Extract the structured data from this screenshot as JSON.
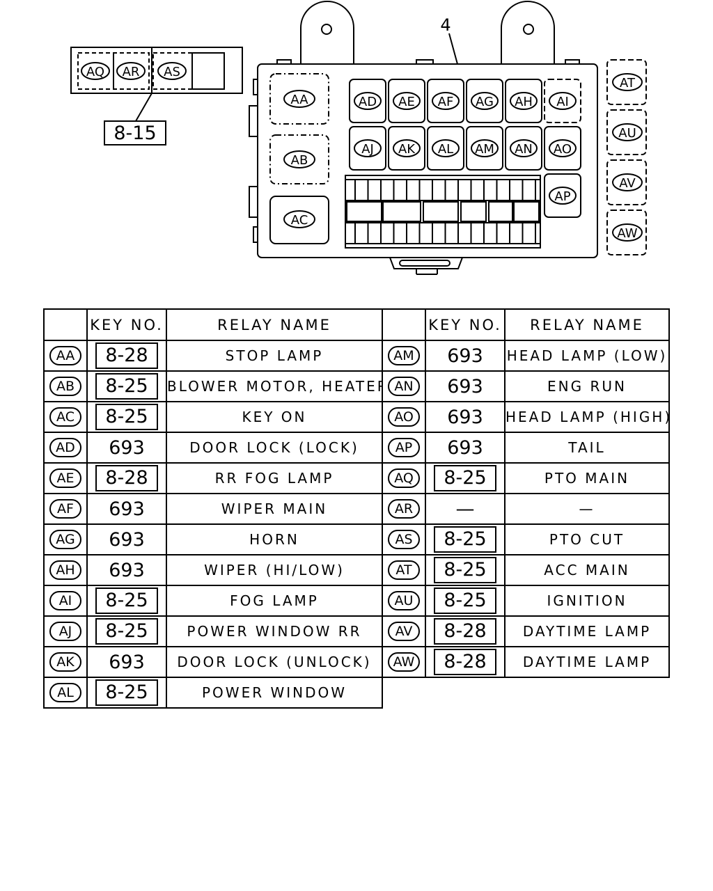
{
  "callouts": {
    "box_number": "4",
    "block_ref": "8-15"
  },
  "diagram_labels": {
    "AA": "AA",
    "AB": "AB",
    "AC": "AC",
    "AD": "AD",
    "AE": "AE",
    "AF": "AF",
    "AG": "AG",
    "AH": "AH",
    "AI": "AI",
    "AJ": "AJ",
    "AK": "AK",
    "AL": "AL",
    "AM": "AM",
    "AN": "AN",
    "AO": "AO",
    "AP": "AP",
    "AQ": "AQ",
    "AR": "AR",
    "AS": "AS",
    "AT": "AT",
    "AU": "AU",
    "AV": "AV",
    "AW": "AW"
  },
  "table": {
    "headers": {
      "key": "KEY NO.",
      "name": "RELAY NAME"
    },
    "left": [
      {
        "id": "AA",
        "key": "8-28",
        "boxed": true,
        "name": "STOP LAMP"
      },
      {
        "id": "AB",
        "key": "8-25",
        "boxed": true,
        "name": "BLOWER MOTOR, HEATER"
      },
      {
        "id": "AC",
        "key": "8-25",
        "boxed": true,
        "name": "KEY ON"
      },
      {
        "id": "AD",
        "key": "693",
        "boxed": false,
        "name": "DOOR LOCK (LOCK)"
      },
      {
        "id": "AE",
        "key": "8-28",
        "boxed": true,
        "name": "RR FOG LAMP"
      },
      {
        "id": "AF",
        "key": "693",
        "boxed": false,
        "name": "WIPER MAIN"
      },
      {
        "id": "AG",
        "key": "693",
        "boxed": false,
        "name": "HORN"
      },
      {
        "id": "AH",
        "key": "693",
        "boxed": false,
        "name": "WIPER (HI/LOW)"
      },
      {
        "id": "AI",
        "key": "8-25",
        "boxed": true,
        "name": "FOG LAMP"
      },
      {
        "id": "AJ",
        "key": "8-25",
        "boxed": true,
        "name": "POWER WINDOW RR"
      },
      {
        "id": "AK",
        "key": "693",
        "boxed": false,
        "name": "DOOR LOCK (UNLOCK)"
      },
      {
        "id": "AL",
        "key": "8-25",
        "boxed": true,
        "name": "POWER WINDOW"
      }
    ],
    "right": [
      {
        "id": "AM",
        "key": "693",
        "boxed": false,
        "name": "HEAD LAMP (LOW)"
      },
      {
        "id": "AN",
        "key": "693",
        "boxed": false,
        "name": "ENG RUN"
      },
      {
        "id": "AO",
        "key": "693",
        "boxed": false,
        "name": "HEAD LAMP (HIGH)"
      },
      {
        "id": "AP",
        "key": "693",
        "boxed": false,
        "name": "TAIL"
      },
      {
        "id": "AQ",
        "key": "8-25",
        "boxed": true,
        "name": "PTO MAIN"
      },
      {
        "id": "AR",
        "key": "—",
        "boxed": false,
        "name": "—"
      },
      {
        "id": "AS",
        "key": "8-25",
        "boxed": true,
        "name": "PTO CUT"
      },
      {
        "id": "AT",
        "key": "8-25",
        "boxed": true,
        "name": "ACC MAIN"
      },
      {
        "id": "AU",
        "key": "8-25",
        "boxed": true,
        "name": "IGNITION"
      },
      {
        "id": "AV",
        "key": "8-28",
        "boxed": true,
        "name": "DAYTIME LAMP"
      },
      {
        "id": "AW",
        "key": "8-28",
        "boxed": true,
        "name": "DAYTIME LAMP"
      }
    ]
  }
}
